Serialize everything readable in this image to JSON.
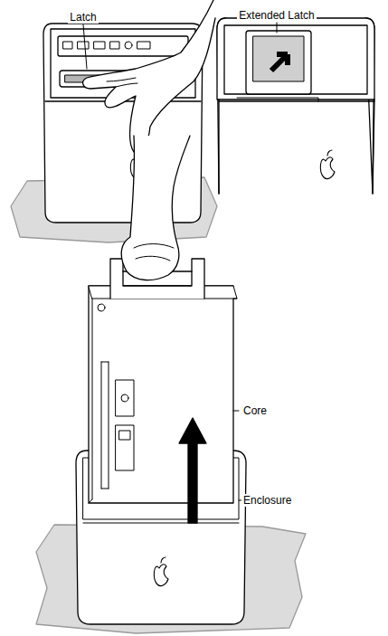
{
  "diagram": {
    "labels": [
      "Latch",
      "Extended Latch",
      "Core",
      "Enclosure"
    ]
  }
}
